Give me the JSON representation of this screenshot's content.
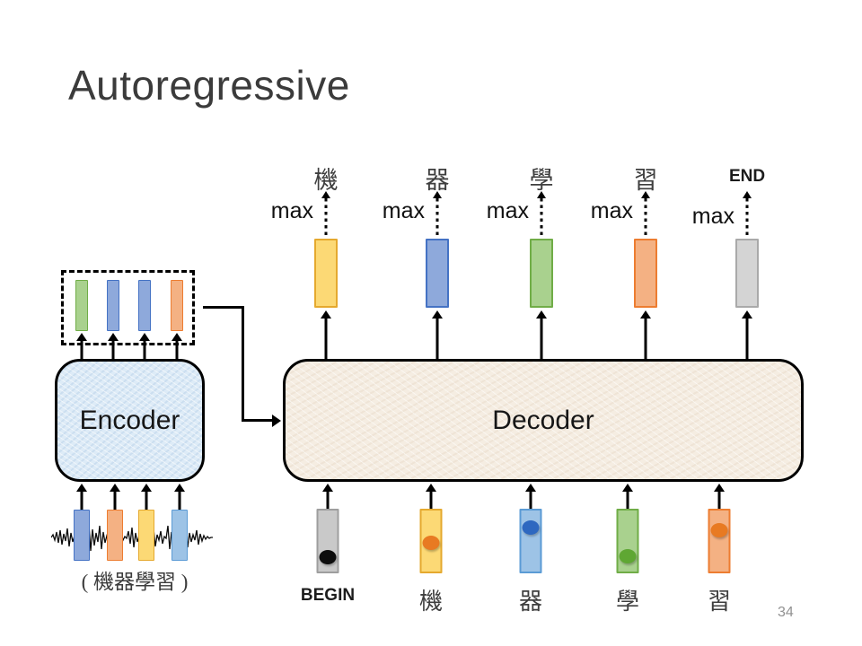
{
  "slide": {
    "title": "Autoregressive",
    "page_number": "34"
  },
  "encoder": {
    "label": "Encoder",
    "caption": "( 機器學習 )",
    "hidden_state_bars": [
      "green",
      "blue",
      "blue",
      "orange"
    ],
    "acoustic_input_bars": [
      "blue",
      "orange",
      "yellow",
      "sky"
    ]
  },
  "decoder": {
    "label": "Decoder"
  },
  "outputs": [
    {
      "char": "機",
      "max_label": "max",
      "bar": "yellow"
    },
    {
      "char": "器",
      "max_label": "max",
      "bar": "blue"
    },
    {
      "char": "學",
      "max_label": "max",
      "bar": "green"
    },
    {
      "char": "習",
      "max_label": "max",
      "bar": "orange"
    },
    {
      "char": "END",
      "max_label": "max",
      "bar": "gray"
    }
  ],
  "inputs": [
    {
      "label": "BEGIN",
      "bar": "gray_input",
      "dot": "black"
    },
    {
      "label": "機",
      "bar": "yellow",
      "dot": "orange"
    },
    {
      "label": "器",
      "bar": "sky",
      "dot": "blue"
    },
    {
      "label": "學",
      "bar": "green",
      "dot": "green"
    },
    {
      "label": "習",
      "bar": "orange",
      "dot": "orange"
    }
  ],
  "palette": {
    "bars": {
      "yellow": {
        "fill": "#FCD975",
        "border": "#E5A92E"
      },
      "blue": {
        "fill": "#8EA9DB",
        "border": "#4472C4"
      },
      "green": {
        "fill": "#A9D18E",
        "border": "#70AD47"
      },
      "orange": {
        "fill": "#F4B183",
        "border": "#ED7D31"
      },
      "gray": {
        "fill": "#D4D4D4",
        "border": "#A9A9A9"
      },
      "gray_input": {
        "fill": "#C9C9C9",
        "border": "#9E9E9E"
      },
      "sky": {
        "fill": "#9DC3E6",
        "border": "#5B9BD5"
      }
    },
    "dots": {
      "black": "#0d0d0d",
      "orange": "#E87A22",
      "blue": "#2E68C0",
      "green": "#5FA733"
    },
    "encoder_fill": "#DDEBF7",
    "decoder_fill": "#F5EDE2"
  }
}
